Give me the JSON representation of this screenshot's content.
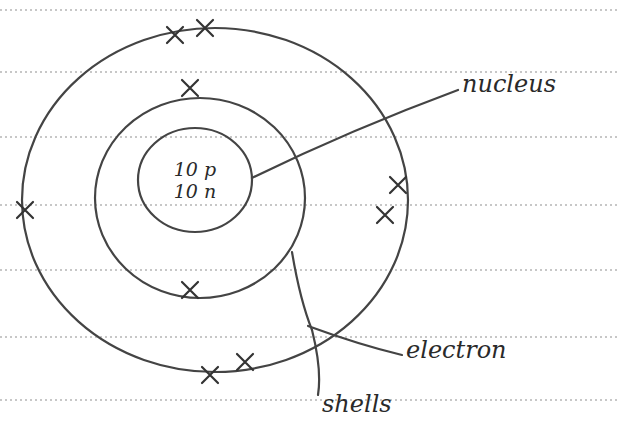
{
  "diagram": {
    "nodes": [
      {
        "text": [
          "10 p",
          "10 n"
        ]
      }
    ],
    "labels": [
      "nucleus",
      "electron",
      "shells"
    ]
  }
}
